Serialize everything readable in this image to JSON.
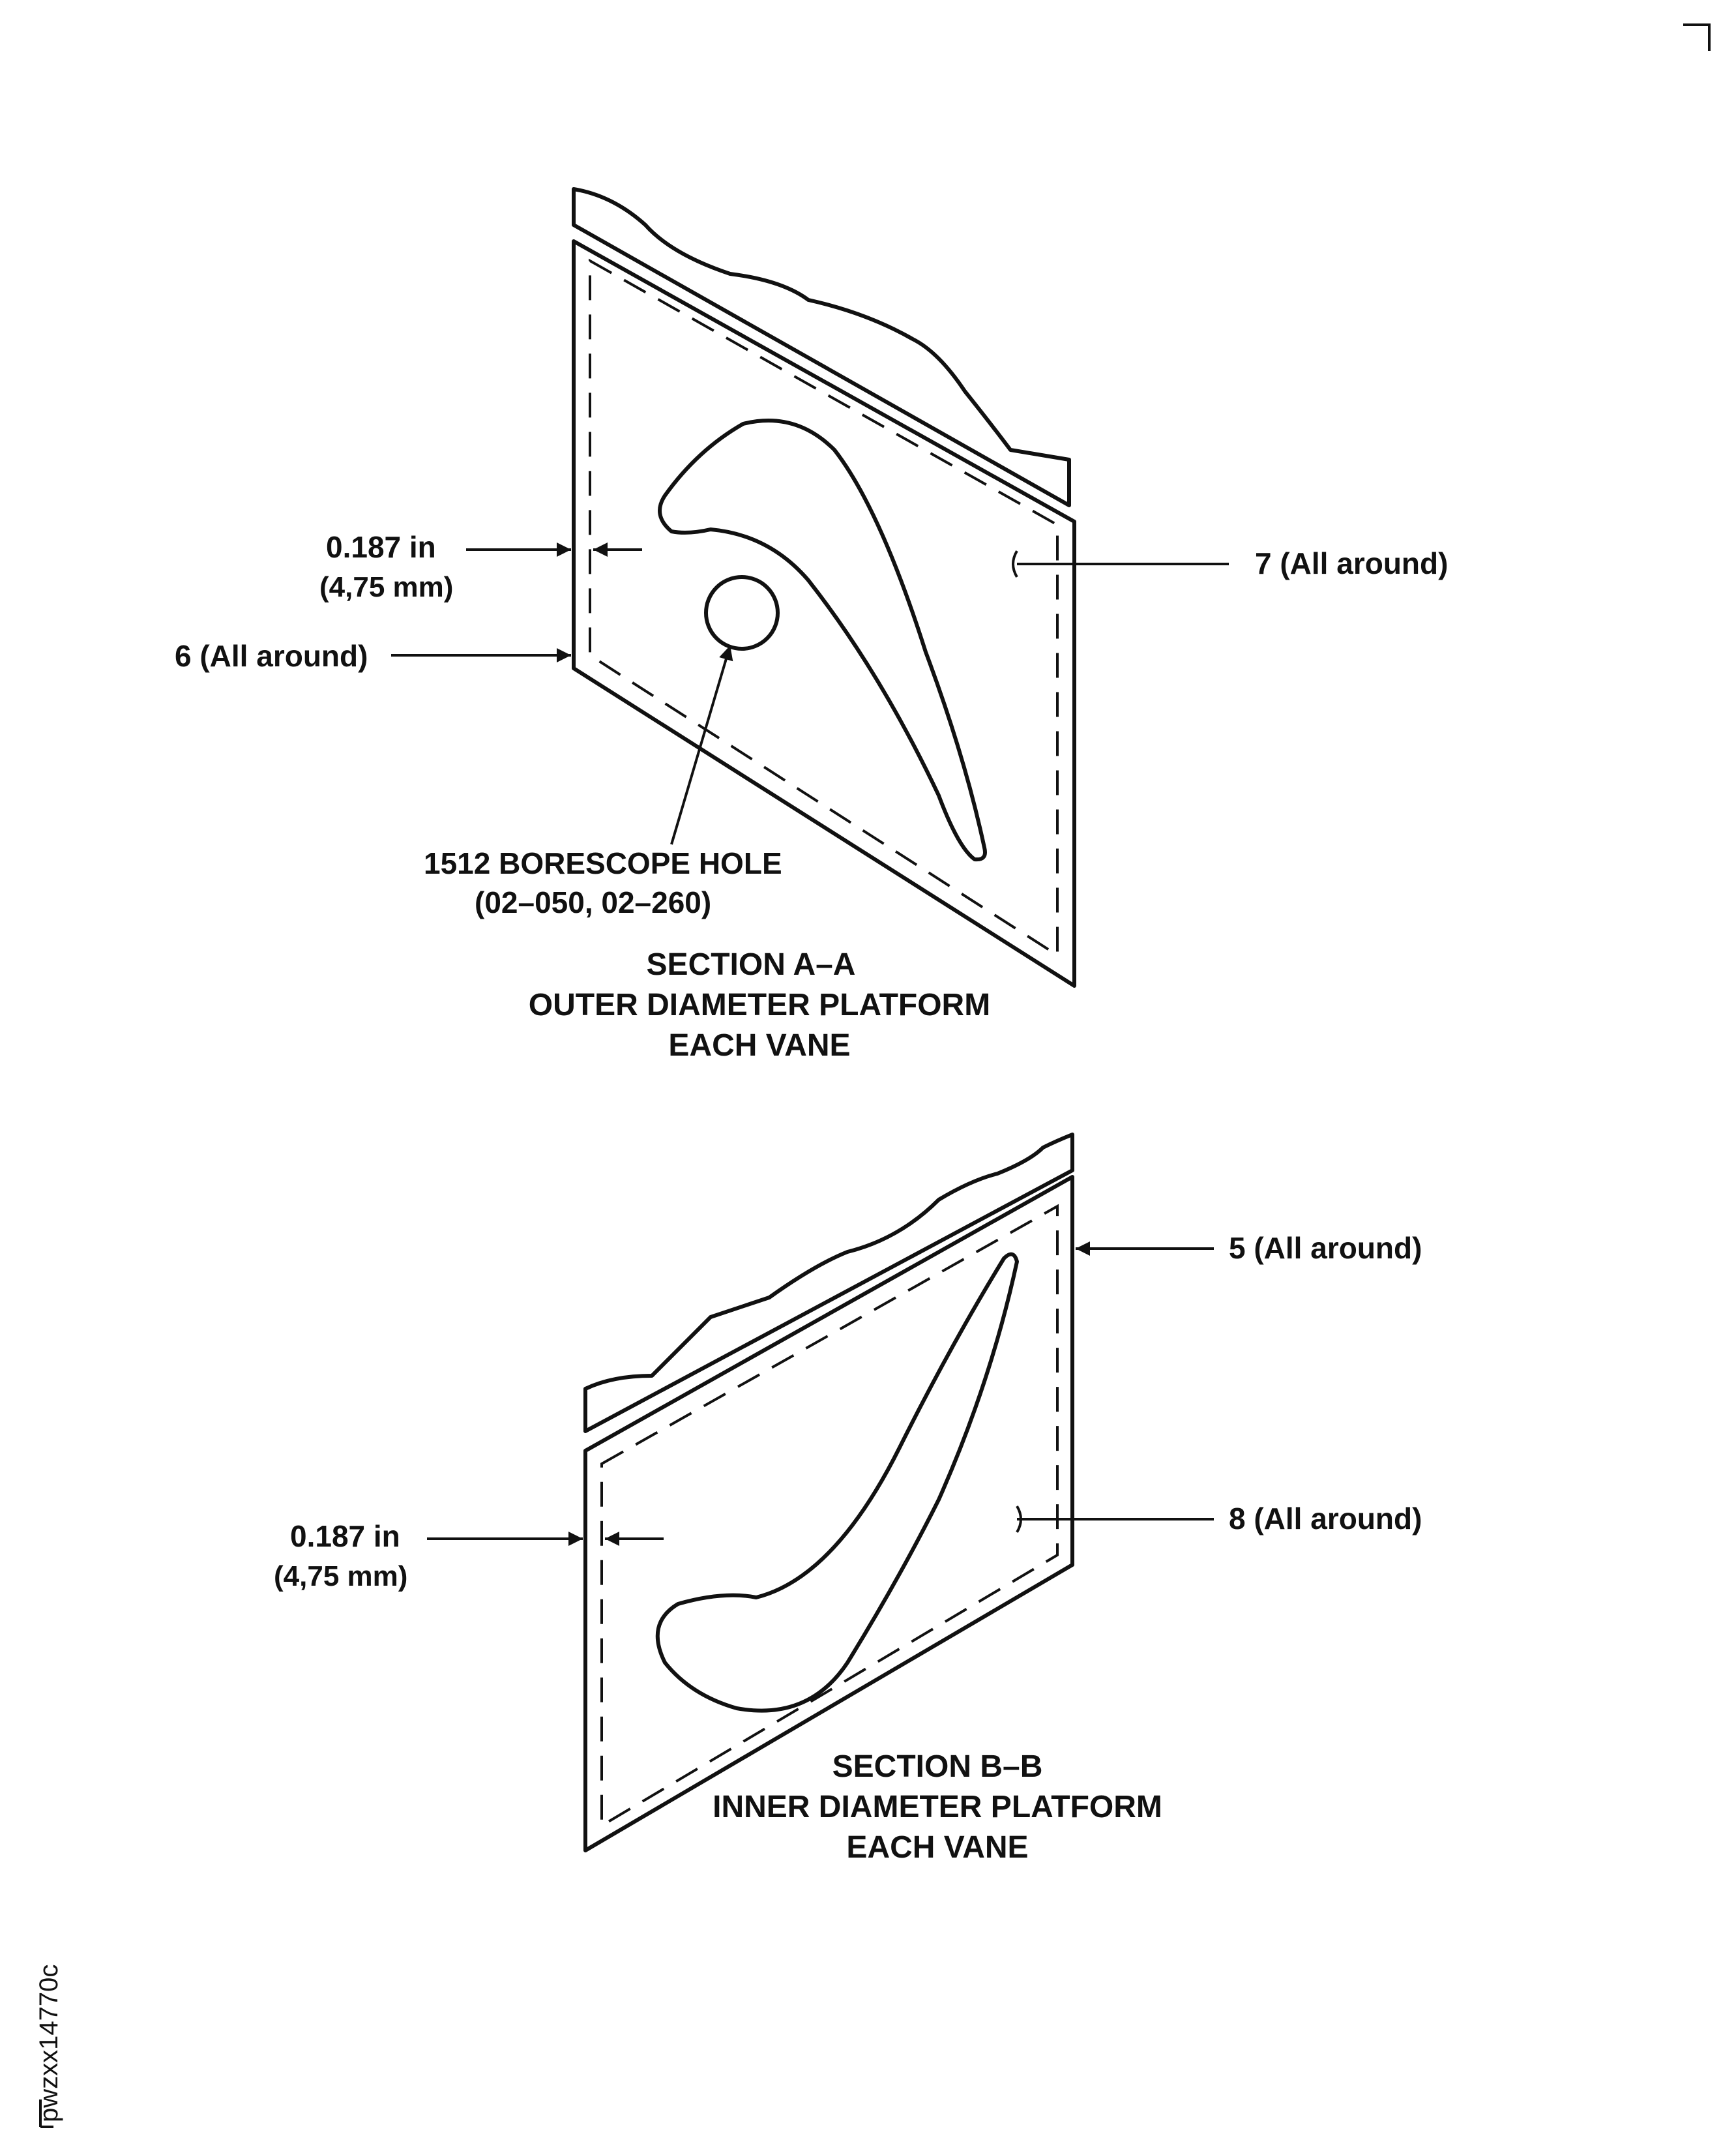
{
  "section_a": {
    "dim_inch": "0.187 in",
    "dim_mm": "(4,75 mm)",
    "callout_6": "6 (All around)",
    "callout_7": "7 (All around)",
    "borescope_line1": "1512 BORESCOPE HOLE",
    "borescope_line2": "(02–050, 02–260)",
    "title_line1": "SECTION A–A",
    "title_line2": "OUTER DIAMETER PLATFORM",
    "title_line3": "EACH VANE"
  },
  "section_b": {
    "dim_inch": "0.187 in",
    "dim_mm": "(4,75 mm)",
    "callout_5": "5 (All around)",
    "callout_8": "8 (All around)",
    "title_line1": "SECTION B–B",
    "title_line2": "INNER DIAMETER PLATFORM",
    "title_line3": "EACH VANE"
  },
  "figure_id": "pwzxx14770c"
}
